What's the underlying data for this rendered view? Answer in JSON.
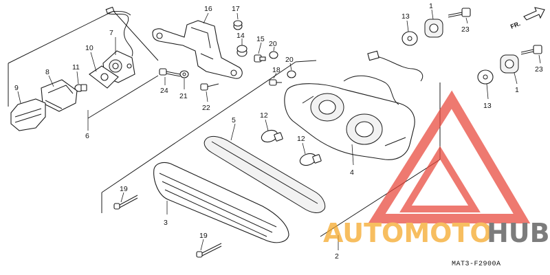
{
  "diagram": {
    "part_labels": {
      "p1a": "1",
      "p1b": "1",
      "p2": "2",
      "p3": "3",
      "p4": "4",
      "p5": "5",
      "p6": "6",
      "p7": "7",
      "p8": "8",
      "p9": "9",
      "p10": "10",
      "p11": "11",
      "p12a": "12",
      "p12b": "12",
      "p13a": "13",
      "p13b": "13",
      "p14": "14",
      "p15": "15",
      "p16": "16",
      "p17": "17",
      "p18": "18",
      "p19a": "19",
      "p19b": "19",
      "p20a": "20",
      "p20b": "20",
      "p21": "21",
      "p22": "22",
      "p23a": "23",
      "p23b": "23",
      "p24": "24"
    },
    "direction_label": "FR.",
    "diagram_code": "MAT3-F2900A"
  },
  "watermark": {
    "brand_orange": "AUTOMOTO",
    "brand_dark": "HUB",
    "colors": {
      "logo_red": "#e8463a",
      "brand_orange": "#f5a623",
      "brand_dark": "#4a4a4a"
    }
  }
}
